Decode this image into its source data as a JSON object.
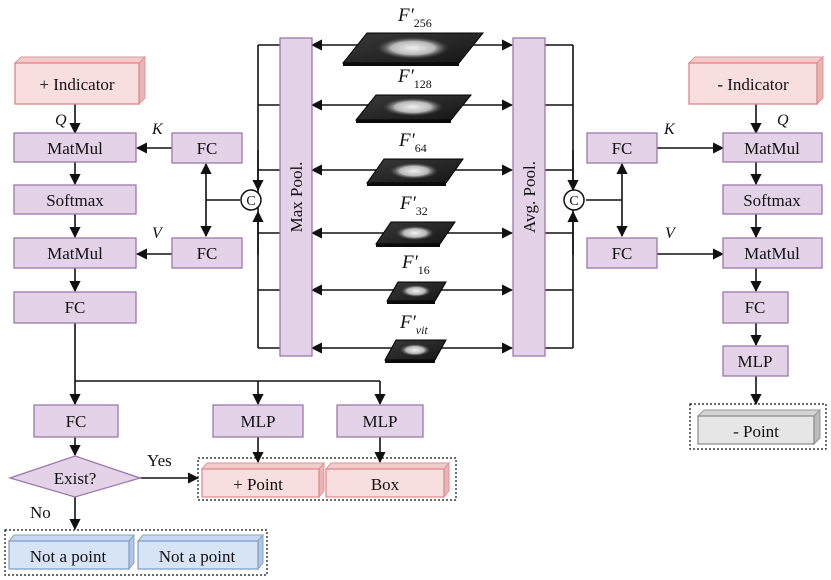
{
  "boxes": {
    "pos_indicator": "+ Indicator",
    "neg_indicator": "- Indicator",
    "matmul": "MatMul",
    "softmax": "Softmax",
    "fc": "FC",
    "mlp": "MLP",
    "max_pool": "Max Pool.",
    "avg_pool": "Avg. Pool.",
    "concat": "C",
    "exist": "Exist?",
    "pos_point": "+ Point",
    "box": "Box",
    "neg_point": "- Point",
    "not_a_point": "Not a point"
  },
  "edge_labels": {
    "q": "Q",
    "k": "K",
    "v": "V",
    "yes": "Yes",
    "no": "No"
  },
  "features": [
    {
      "base": "F",
      "sub": "256"
    },
    {
      "base": "F",
      "sub": "128"
    },
    {
      "base": "F",
      "sub": "64"
    },
    {
      "base": "F",
      "sub": "32"
    },
    {
      "base": "F",
      "sub": "16"
    },
    {
      "base": "F",
      "sub": "vit"
    }
  ],
  "colors": {
    "module_fill": "#e4d2e8",
    "indicator_fill": "#f8dede",
    "output_pink": "#f8dede",
    "output_blue": "#d6e4f6",
    "output_gray": "#e6e6e6"
  }
}
